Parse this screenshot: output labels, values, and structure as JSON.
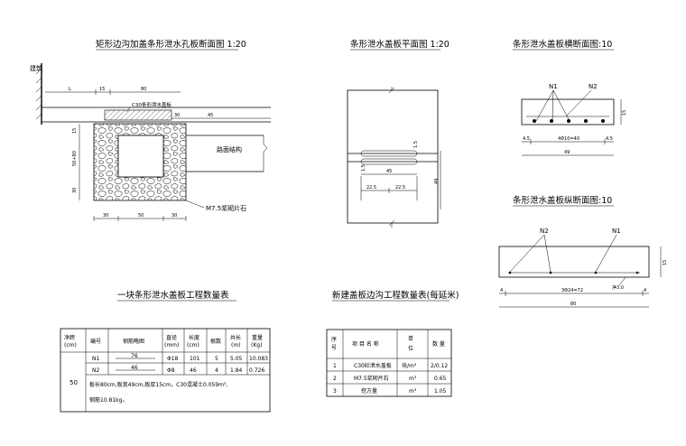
{
  "drawing1": {
    "title": "矩形边沟加盖条形泄水孔板断面图 1:20",
    "building_label": "建筑",
    "dims": {
      "L": "L",
      "d15": "15",
      "d80": "80",
      "d30": "30",
      "d45": "45",
      "left_top": "15",
      "left_mid": "50+80",
      "left_bot": "30",
      "bot_left": "30",
      "bot_mid": "50",
      "bot_right": "30"
    },
    "slab_label": "C30条形泄水盖板",
    "road_label": "路面结构",
    "masonry_label": "M7.5浆砌片石"
  },
  "drawing2": {
    "title": "条形泄水盖板平面图 1:20",
    "dims": {
      "w45": "45",
      "w225a": "22.5",
      "w225b": "22.5",
      "h49": "49",
      "gap_a": "1.5",
      "gap_b": "1.5"
    }
  },
  "drawing3": {
    "title": "条形泄水盖板横断面图:10",
    "n1": "N1",
    "n2": "N2",
    "dims": {
      "left": "4.5",
      "mid": "4Φ10=40",
      "right": "4.5",
      "total": "49",
      "h": "15"
    }
  },
  "drawing4": {
    "title": "条形泄水盖板纵断面图:10",
    "n1": "N1",
    "n2": "N2",
    "dims": {
      "left": "4",
      "mid": "3Φ24=72",
      "right": "4",
      "total": "80",
      "h": "15",
      "cover": "净3.0"
    }
  },
  "table1": {
    "title": "一块条形泄水盖板工程数量表",
    "headers": [
      "净跨\n(cm)",
      "编号",
      "钢筋略图",
      "直径\n(mm)",
      "长度\n(cm)",
      "根数",
      "共长\n(m)",
      "重量\n(Kg)"
    ],
    "span": "50",
    "rows": [
      {
        "id": "N1",
        "sketch": "76",
        "dia": "Φ18",
        "len": "101",
        "count": "5",
        "total": "5.05",
        "weight": "10.083"
      },
      {
        "id": "N2",
        "sketch": "46",
        "dia": "Φ8",
        "len": "46",
        "count": "4",
        "total": "1.84",
        "weight": "0.726"
      }
    ],
    "note1": "板长80cm,板宽49cm,板厚15cm，C30混凝土0.059m³,",
    "note2": "钢筋10.81kg。"
  },
  "table2": {
    "title": "新建盖板边沟工程数量表(每延米)",
    "headers": [
      "序号",
      "项 目 名 称",
      "单位",
      "数 量"
    ],
    "rows": [
      {
        "no": "1",
        "name": "C30砼泄水盖板",
        "unit": "块/m³",
        "qty": "2/0.12"
      },
      {
        "no": "2",
        "name": "M7.5浆砌片石",
        "unit": "m³",
        "qty": "0.65"
      },
      {
        "no": "3",
        "name": "挖方量",
        "unit": "m³",
        "qty": "1.05"
      }
    ]
  }
}
